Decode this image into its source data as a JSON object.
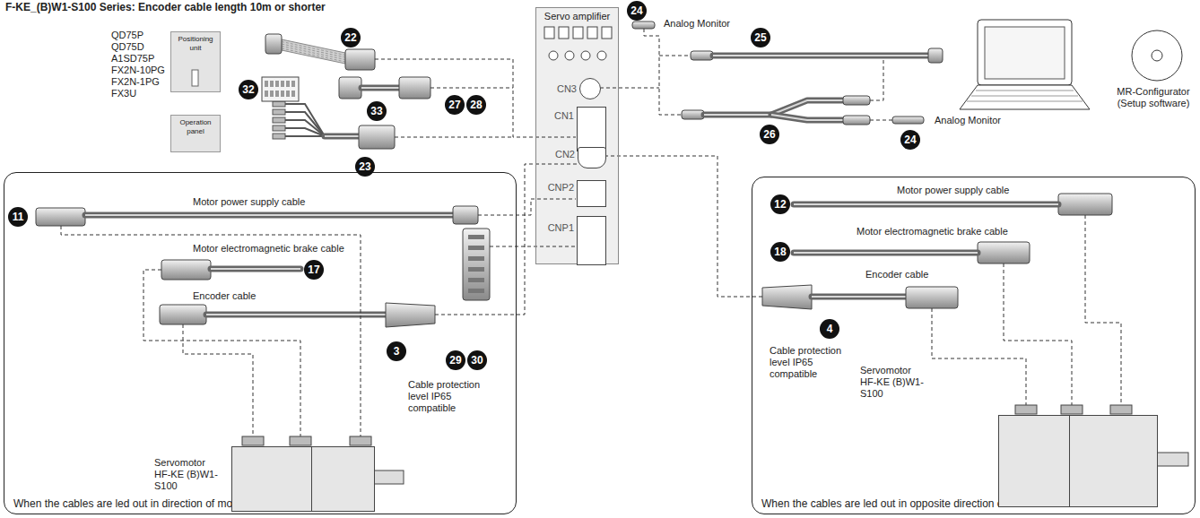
{
  "diagram": {
    "title": "F-KE_(B)W1-S100 Series: Encoder cable length 10m or shorter",
    "nodes": [
      {
        "text": [
          "Positioning unit"
        ]
      },
      {
        "text": [
          "Operation panel"
        ]
      },
      {
        "text": [
          "Servo amplifier"
        ]
      },
      {
        "text": [
          "CN3"
        ],
        "in": 2
      },
      {
        "text": [
          "CN1"
        ],
        "in": 2
      },
      {
        "text": [
          "CN2"
        ],
        "in": 2
      },
      {
        "text": [
          "CNP2"
        ],
        "in": 2
      },
      {
        "text": [
          "CNP1"
        ],
        "in": 2
      },
      {
        "text": [
          "When the cables are led out in direction of motor shaft"
        ]
      },
      {
        "text": [
          "Servomotor HF-KE (B)W1-S100"
        ],
        "in": 8
      },
      {
        "text": [
          "When the cables are led out in opposite direction of motor shaft"
        ]
      },
      {
        "text": [
          "Servomotor HF-KE (B)W1-S100"
        ],
        "in": 10
      }
    ],
    "labels": [
      "QD75P",
      "QD75D",
      "A1SD75P",
      "FX2N-10PG",
      "FX2N-1PG",
      "FX3U",
      "22",
      "23",
      "32",
      "33",
      "27",
      "28",
      "24",
      "Analog Monitor",
      "25",
      "26",
      "24",
      "Analog Monitor",
      "MR-Configurator (Setup software)",
      "Motor power supply cable",
      "11",
      "Motor electromagnetic brake cable",
      "17",
      "Encoder cable",
      "3",
      "Cable protection level IP65 compatible",
      "29",
      "30",
      "Motor power supply cable",
      "12",
      "Motor electromagnetic brake cable",
      "18",
      "Encoder cable",
      "4",
      "Cable protection level IP65 compatible"
    ]
  }
}
